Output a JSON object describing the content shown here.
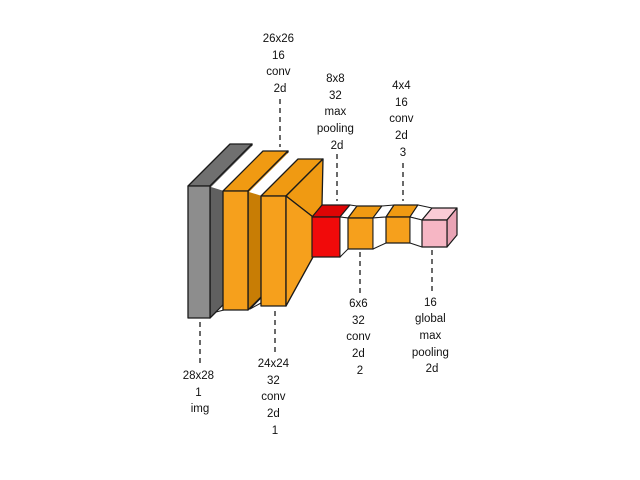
{
  "diagram": {
    "type": "cnn-architecture",
    "background_color": "#ffffff",
    "outline_color": "#1a1a1a",
    "text_color": "#111111",
    "connector_fill": "#ffffff",
    "layers": [
      {
        "id": "input-image",
        "label_lines": [
          "28x28",
          "1",
          "img"
        ],
        "label_position": "below",
        "colors": {
          "front": "#8d8d8d",
          "top": "#707070",
          "side": "#606060"
        }
      },
      {
        "id": "conv2d",
        "label_lines": [
          "26x26",
          "16",
          "conv",
          "2d"
        ],
        "label_position": "above",
        "colors": {
          "front": "#f6a01c",
          "top": "#f09a12",
          "side": "#c87d05"
        }
      },
      {
        "id": "conv2d-1",
        "label_lines": [
          "24x24",
          "32",
          "conv",
          "2d",
          "1"
        ],
        "label_position": "below",
        "colors": {
          "front": "#f6a01c",
          "top": "#f09a12",
          "side": "#c87d05"
        }
      },
      {
        "id": "max-pooling2d",
        "label_lines": [
          "8x8",
          "32",
          "max",
          "pooling",
          "2d"
        ],
        "label_position": "above",
        "colors": {
          "front": "#f10a0a",
          "top": "#de0505",
          "side": "#c60404"
        }
      },
      {
        "id": "conv2d-2",
        "label_lines": [
          "6x6",
          "32",
          "conv",
          "2d",
          "2"
        ],
        "label_position": "below",
        "colors": {
          "front": "#f6a01c",
          "top": "#f09a12",
          "side": "#c87d05"
        }
      },
      {
        "id": "conv2d-3",
        "label_lines": [
          "4x4",
          "16",
          "conv",
          "2d",
          "3"
        ],
        "label_position": "above",
        "colors": {
          "front": "#f6a01c",
          "top": "#f09a12",
          "side": "#c87d05"
        }
      },
      {
        "id": "global-max-pooling2d",
        "label_lines": [
          "16",
          "global",
          "max",
          "pooling",
          "2d"
        ],
        "label_position": "below",
        "colors": {
          "front": "#f6b6c4",
          "top": "#facbd6",
          "side": "#e9a4b5"
        }
      }
    ]
  }
}
